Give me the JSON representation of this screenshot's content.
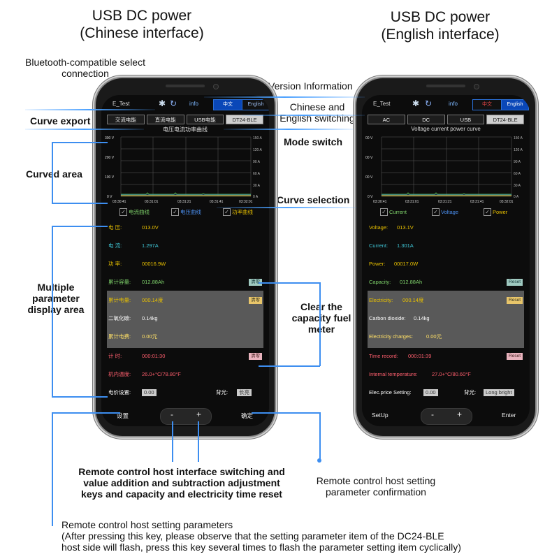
{
  "titles": {
    "left": [
      "USB DC power",
      "(Chinese interface)"
    ],
    "right": [
      "USB DC power",
      "(English interface)"
    ]
  },
  "annotations": {
    "bluetooth": [
      "Bluetooth-compatible select",
      "connection"
    ],
    "version": "Version Information",
    "chinese_english": [
      "Chinese and",
      "English switching"
    ],
    "curve_export": "Curve export",
    "mode_switch": "Mode switch",
    "curved_area": "Curved area",
    "curve_selection": "Curve selection",
    "multiple_param": [
      "Multiple",
      "parameter",
      "display area"
    ],
    "clear_capacity": [
      "Clear the",
      "capacity fuel",
      "meter"
    ],
    "remote_keys": [
      "Remote control host interface switching and",
      "value addition and subtraction adjustment",
      "keys and capacity and electricity time reset"
    ],
    "remote_confirm": [
      "Remote control host setting",
      "parameter confirmation"
    ],
    "remote_setting": [
      "Remote control host setting parameters",
      "(After pressing this key, please observe that the setting parameter item of the DC24-BLE",
      "host side will flash, press this key several times to flash the parameter setting item cyclically)"
    ]
  },
  "colors": {
    "accent": "#3d8ef0",
    "yellow": "#e8c000",
    "green": "#7fd36b",
    "blue": "#4b8ff0",
    "red": "#ff5f6e",
    "cyan": "#3fc6d6"
  },
  "left_phone": {
    "device": "E_Test",
    "info": "info",
    "lang_cn": "中文",
    "lang_en": "English",
    "modes": [
      "交流电能",
      "直流电能",
      "USB电能",
      "DT24-BLE"
    ],
    "curve_title": "电压电流功率曲线",
    "y_left": [
      "300 V",
      "200 V",
      "100 V",
      "0 V"
    ],
    "y_right": [
      "150 A",
      "120 A",
      "90 A",
      "60 A",
      "30 A",
      "0 A"
    ],
    "x_ticks": [
      "03:30:41",
      "03:31:01",
      "03:31:21",
      "03:31:41",
      "03:32:01"
    ],
    "checks": [
      "电流曲线",
      "电压曲线",
      "功率曲线"
    ],
    "params": {
      "voltage": {
        "label": "电    压:",
        "value": "013.0V"
      },
      "current": {
        "label": "电    流:",
        "value": "1.297A"
      },
      "power": {
        "label": "功    率:",
        "value": "00016.9W"
      },
      "capacity": {
        "label": "累计容量:",
        "value": "012.88Ah",
        "btn": "清零"
      },
      "electricity": {
        "label": "累计电量:",
        "value": "000.14度",
        "btn": "清零"
      },
      "co2": {
        "label": "二氧化碳:",
        "value": "0.14kg"
      },
      "cost": {
        "label": "累计电费:",
        "value": "0.00元"
      },
      "time": {
        "label": "计    时:",
        "value": "000:01:30",
        "btn": "清零"
      },
      "temp": {
        "label": "机内温度:",
        "value": "26.0+°C/78.80°F"
      },
      "price": {
        "label": "电价设置:",
        "value": "0.00"
      },
      "backlight": {
        "label": "背光:",
        "value": "长亮"
      }
    },
    "bottom": {
      "left": "设置",
      "minus": "-",
      "plus": "+",
      "right": "确定"
    }
  },
  "right_phone": {
    "device": "E_Test",
    "info": "info",
    "lang_cn": "中文",
    "lang_en": "English",
    "modes": [
      "AC",
      "DC",
      "USB",
      "DT24-BLE"
    ],
    "curve_title": "Voltage current power curve",
    "y_left": [
      "00 V",
      "00 V",
      "00 V",
      "0 V"
    ],
    "y_right": [
      "150 A",
      "120 A",
      "90 A",
      "60 A",
      "30 A",
      "0 A"
    ],
    "x_ticks": [
      "03:30:41",
      "03:31:01",
      "03:31:21",
      "03:31:41",
      "03:32:01"
    ],
    "checks": [
      "Current",
      "Voltage",
      "Power"
    ],
    "params": {
      "voltage": {
        "label": "Voltage:",
        "value": "013.1V"
      },
      "current": {
        "label": "Current:",
        "value": "1.301A"
      },
      "power": {
        "label": "Power:",
        "value": "00017.0W"
      },
      "capacity": {
        "label": "Capacity:",
        "value": "012.88Ah",
        "btn": "Reset"
      },
      "electricity": {
        "label": "Electricity:",
        "value": "000.14度",
        "btn": "Reset"
      },
      "co2": {
        "label": "Carbon dioxide:",
        "value": "0.14kg"
      },
      "cost": {
        "label": "Electricity charges:",
        "value": "0.00元"
      },
      "time": {
        "label": "Time record:",
        "value": "000:01:39",
        "btn": "Reset"
      },
      "temp": {
        "label": "Internal temperature:",
        "value": "27.0+°C/80.60°F"
      },
      "price": {
        "label": "Elec.price Setting:",
        "value": "0.00"
      },
      "backlight": {
        "label": "背光:",
        "value": "Long bright"
      }
    },
    "bottom": {
      "left": "SetUp",
      "minus": "-",
      "plus": "+",
      "right": "Enter"
    }
  }
}
